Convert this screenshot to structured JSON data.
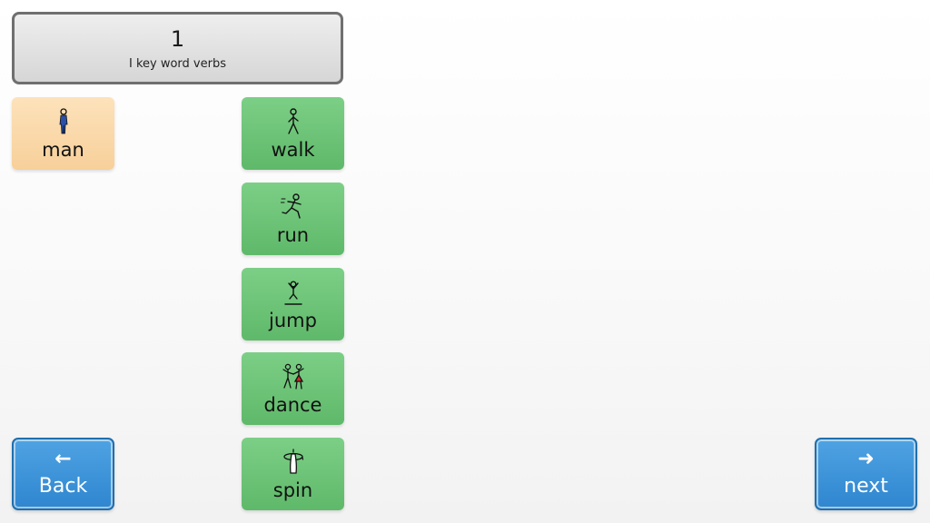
{
  "header": {
    "number": "1",
    "subtitle": "I key word verbs"
  },
  "words": {
    "man": {
      "label": "man",
      "icon": "man-icon",
      "color": "#f9d7a8"
    },
    "walk": {
      "label": "walk",
      "icon": "walking-person-icon",
      "color": "#6cc477"
    },
    "run": {
      "label": "run",
      "icon": "running-person-icon",
      "color": "#6cc477"
    },
    "jump": {
      "label": "jump",
      "icon": "jumping-person-icon",
      "color": "#6cc477"
    },
    "dance": {
      "label": "dance",
      "icon": "dancing-couple-icon",
      "color": "#6cc477"
    },
    "spin": {
      "label": "spin",
      "icon": "spinning-person-icon",
      "color": "#6cc477"
    }
  },
  "nav": {
    "back": {
      "label": "Back",
      "icon": "arrow-left-icon",
      "glyph": "←"
    },
    "next": {
      "label": "next",
      "icon": "arrow-right-icon",
      "glyph": "➜"
    }
  },
  "colors": {
    "nav_blue": "#3a93d9",
    "title_border": "#6f6f6f"
  }
}
